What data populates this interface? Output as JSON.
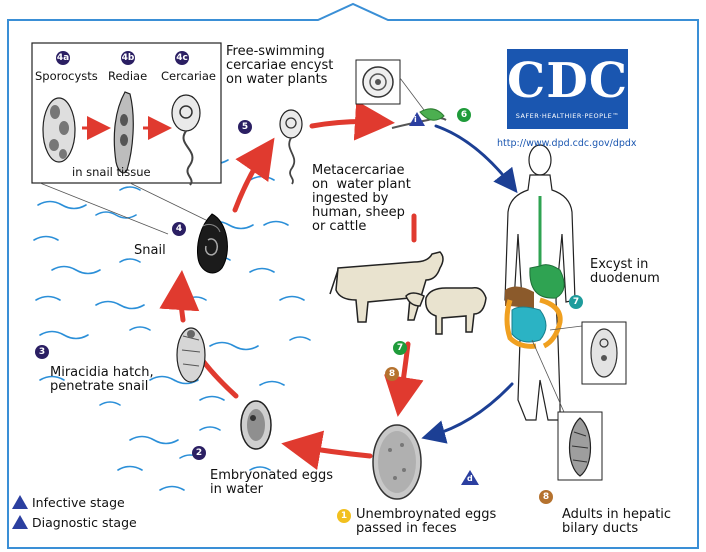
{
  "badges": {
    "b4a": "4a",
    "b4b": "4b",
    "b4c": "4c",
    "b1": "1",
    "b2": "2",
    "b3": "3",
    "b4": "4",
    "b5": "5",
    "b6": "6",
    "b7a": "7",
    "b7b": "7",
    "b8a": "8",
    "b8b": "8",
    "infective": "i",
    "diagnostic": "d"
  },
  "labels": {
    "sporocysts": "Sporocysts",
    "rediae": "Rediae",
    "cercariae": "Cercariae",
    "in_snail_tissue": "in snail tissue",
    "free_swimming": "Free-swimming\ncercariae encyst\non water plants",
    "metacercariae": "Metacercariae\non  water plant\ningested by\nhuman, sheep\nor cattle",
    "snail": "Snail",
    "miracidia": "Miracidia hatch,\npenetrate snail",
    "embryonated": "Embryonated eggs\nin water",
    "unembryonated": "Unembroynated eggs\npassed in feces",
    "excyst": "Excyst in\nduodenum",
    "adults": "Adults in hepatic\nbilary ducts"
  },
  "legend": {
    "infective": "Infective stage",
    "diagnostic": "Diagnostic stage"
  },
  "cdc": {
    "logo": "CDC",
    "tagline": "SAFER·HEALTHIER·PEOPLE™",
    "url": "http://www.dpd.cdc.gov/dpdx"
  },
  "colors": {
    "frame": "#3a8fd6",
    "cycle_arrow": "#e03a2f",
    "host_arrow": "#1c3f94",
    "water": "#2b8fd8",
    "logo": "#1a56b0"
  }
}
